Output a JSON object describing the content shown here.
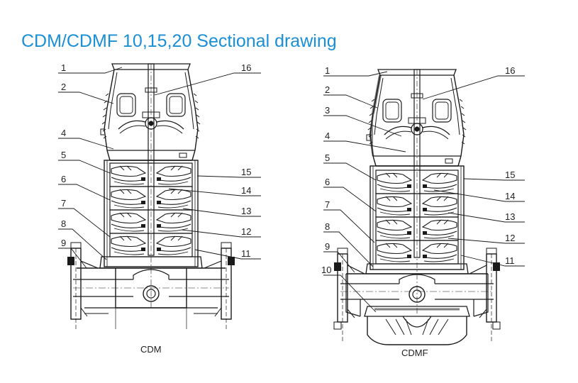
{
  "title": "CDM/CDMF 10,15,20 Sectional drawing",
  "line_color": "#1a1a1a",
  "title_color": "#1a8fd6",
  "pumps": [
    {
      "caption": "CDM",
      "left_labels": [
        "1",
        "2",
        "4",
        "5",
        "6",
        "7",
        "8",
        "9"
      ],
      "right_labels": [
        "16",
        "15",
        "14",
        "13",
        "12",
        "11"
      ]
    },
    {
      "caption": "CDMF",
      "left_labels": [
        "1",
        "2",
        "3",
        "4",
        "5",
        "6",
        "7",
        "8",
        "9",
        "10"
      ],
      "right_labels": [
        "16",
        "15",
        "14",
        "13",
        "12",
        "11"
      ]
    }
  ]
}
